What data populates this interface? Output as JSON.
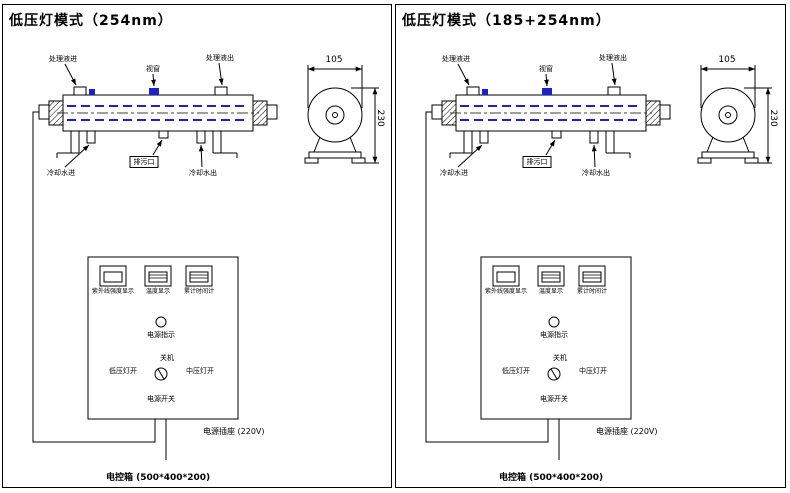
{
  "colors": {
    "line": "#000000",
    "lamp_blue": "#2020c8",
    "background": "#ffffff"
  },
  "panels": [
    {
      "title": "低压灯模式（254nm）",
      "chamber": {
        "inlet": "处理液进",
        "window": "视窗",
        "outlet": "处理液出",
        "cooling_in": "冷却水进",
        "drain": "排污口",
        "cooling_out": "冷却水出"
      },
      "side_view": {
        "dim_width": "105",
        "dim_height": "230"
      },
      "control_box": {
        "meter_uv": "紫外线强度显示",
        "meter_temp": "温度显示",
        "meter_timer": "累计时间计",
        "power_indicator": "电源指示",
        "switch_off": "关机",
        "switch_low": "低压灯开",
        "switch_mid": "中压灯开",
        "power_switch": "电源开关"
      },
      "socket": "电源插座 (220V)",
      "cabinet": "电控箱 (500*400*200)"
    },
    {
      "title": "低压灯模式（185+254nm）",
      "chamber": {
        "inlet": "处理液进",
        "window": "视窗",
        "outlet": "处理液出",
        "cooling_in": "冷却水进",
        "drain": "排污口",
        "cooling_out": "冷却水出"
      },
      "side_view": {
        "dim_width": "105",
        "dim_height": "230"
      },
      "control_box": {
        "meter_uv": "紫外线强度显示",
        "meter_temp": "温度显示",
        "meter_timer": "累计时间计",
        "power_indicator": "电源指示",
        "switch_off": "关机",
        "switch_low": "低压灯开",
        "switch_mid": "中压灯开",
        "power_switch": "电源开关"
      },
      "socket": "电源插座 (220V)",
      "cabinet": "电控箱 (500*400*200)"
    }
  ]
}
